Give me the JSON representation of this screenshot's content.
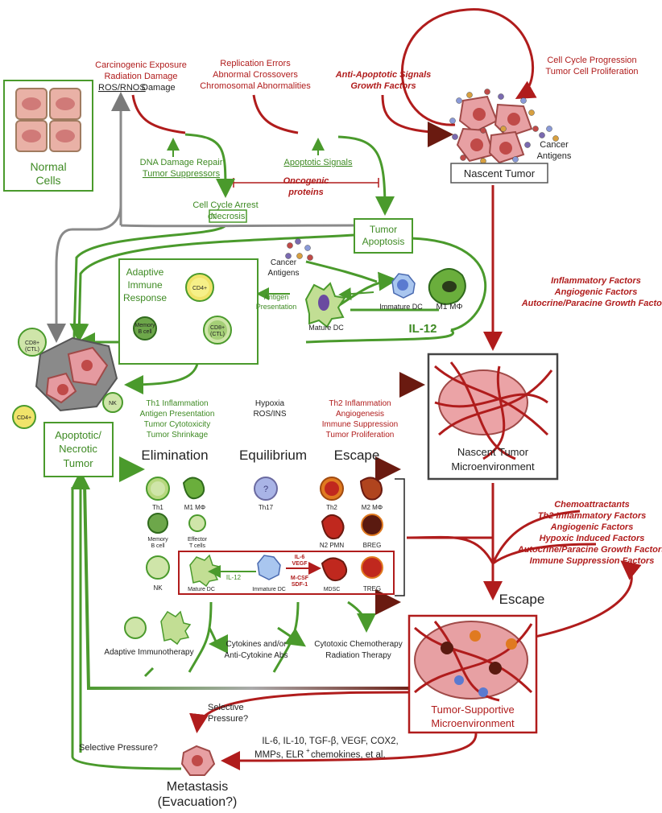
{
  "colors": {
    "red": "#b01c1c",
    "green": "#4a9a2c",
    "dark_green": "#2f7a1c",
    "gray": "#8a8a8a",
    "cell_pink": "#e9a2a2",
    "cell_pink_dark": "#d06a6a"
  },
  "top": {
    "carcinogen": [
      "Carcinogenic Exposure",
      "Radiation Damage"
    ],
    "ros_pre": "ROS/RNOS",
    "ros_post": " Damage",
    "replication": [
      "Replication Errors",
      "Abnormal Crossovers",
      "Chromosomal Abnormalities"
    ],
    "anti_apoptotic": [
      "Anti-Apoptotic Signals",
      "Growth Factors"
    ],
    "cell_cycle": [
      "Cell Cycle Progression",
      "Tumor Cell Proliferation"
    ]
  },
  "normal_cells": [
    "Normal",
    "Cells"
  ],
  "dna_repair": [
    "DNA Damage Repair",
    "Tumor Suppressors"
  ],
  "apoptotic_signals": "Apoptotic Signals",
  "oncogenic": [
    "Oncogenic",
    "proteins"
  ],
  "cell_cycle_arrest": [
    "Cell Cycle Arrest",
    "or ",
    "Necrosis"
  ],
  "nascent_tumor": "Nascent Tumor",
  "cancer_antigens": [
    "Cancer",
    "Antigens"
  ],
  "tumor_apoptosis": [
    "Tumor",
    "Apoptosis"
  ],
  "adaptive": {
    "title": [
      "Adaptive",
      "Immune",
      "Response"
    ],
    "cd4": "CD4+",
    "cd8": [
      "CD8+",
      "(CTL)"
    ],
    "memory_b": [
      "Memory",
      "B cell"
    ]
  },
  "antigen_presentation": [
    "Antigen",
    "Presentation"
  ],
  "mature_dc": "Mature DC",
  "immature_dc": "Immature DC",
  "m1_label": "M1 MΦ",
  "il12": "IL-12",
  "factors_right": [
    "Inflammatory Factors",
    "Angiogenic Factors",
    "Autocrine/Paracine Growth Factors"
  ],
  "apoptotic_tumor": [
    "Apoptotic/",
    "Necrotic",
    "Tumor"
  ],
  "ctl_label": [
    "CD8+",
    "(CTL)"
  ],
  "nk_label": "NK",
  "cd4_label": "CD4+",
  "phases": {
    "th1": [
      "Th1 Inflammation",
      "Antigen Presentation",
      "Tumor Cytotoxicity",
      "Tumor Shrinkage"
    ],
    "hypoxia": [
      "Hypoxia",
      "ROS/INS"
    ],
    "th2": [
      "Th2 Inflammation",
      "Angiogenesis",
      "Immune Suppression",
      "Tumor Proliferation"
    ],
    "elimination": "Elimination",
    "equilibrium": "Equilibrium",
    "escape": "Escape"
  },
  "microenv": [
    "Nascent Tumor",
    "Microenvironment"
  ],
  "cells": {
    "th1": "Th1",
    "m1": "M1 MΦ",
    "th17": "Th17",
    "th2": "Th2",
    "m2": "M2 MΦ",
    "memory_b": [
      "Memory",
      "B cell"
    ],
    "effector_t": [
      "Effector",
      "T cells"
    ],
    "n2": "N2 PMN",
    "breg": "BREG",
    "nk": "NK",
    "mature_dc": "Mature DC",
    "il12": "IL-12",
    "immature_dc": "Immature DC",
    "il6": [
      "IL-6",
      "VEGF"
    ],
    "mcsf": [
      "M-CSF",
      "SDF-1"
    ],
    "mdsc": "MDSC",
    "treg": "TREG",
    "th17_mark": "?"
  },
  "chemo_factors": [
    "Chemoattractants",
    "Th2 Inflammatory Factors",
    "Angiogenic Factors",
    "Hypoxic Induced Factors",
    "Autocrine/Paracine Growth Factors",
    "Immune Suppression Factors"
  ],
  "escape": "Escape",
  "therapies": {
    "adaptive": "Adaptive Immunotherapy",
    "cytokines": [
      "Cytokines and/or",
      "Anti-Cytokine Abs"
    ],
    "chemo": [
      "Cytotoxic Chemotherapy",
      "Radiation Therapy"
    ]
  },
  "tumor_supportive": [
    "Tumor-Supportive",
    "Microenvironment"
  ],
  "selective1": [
    "Selective",
    "Pressure?"
  ],
  "selective2": "Selective Pressure?",
  "mediators": [
    "IL-6, IL-10, TGF-β, VEGF, COX2,",
    "MMPs, ELR",
    "+",
    " chemokines, et al."
  ],
  "metastasis": [
    "Metastasis",
    "(Evacuation?)"
  ]
}
